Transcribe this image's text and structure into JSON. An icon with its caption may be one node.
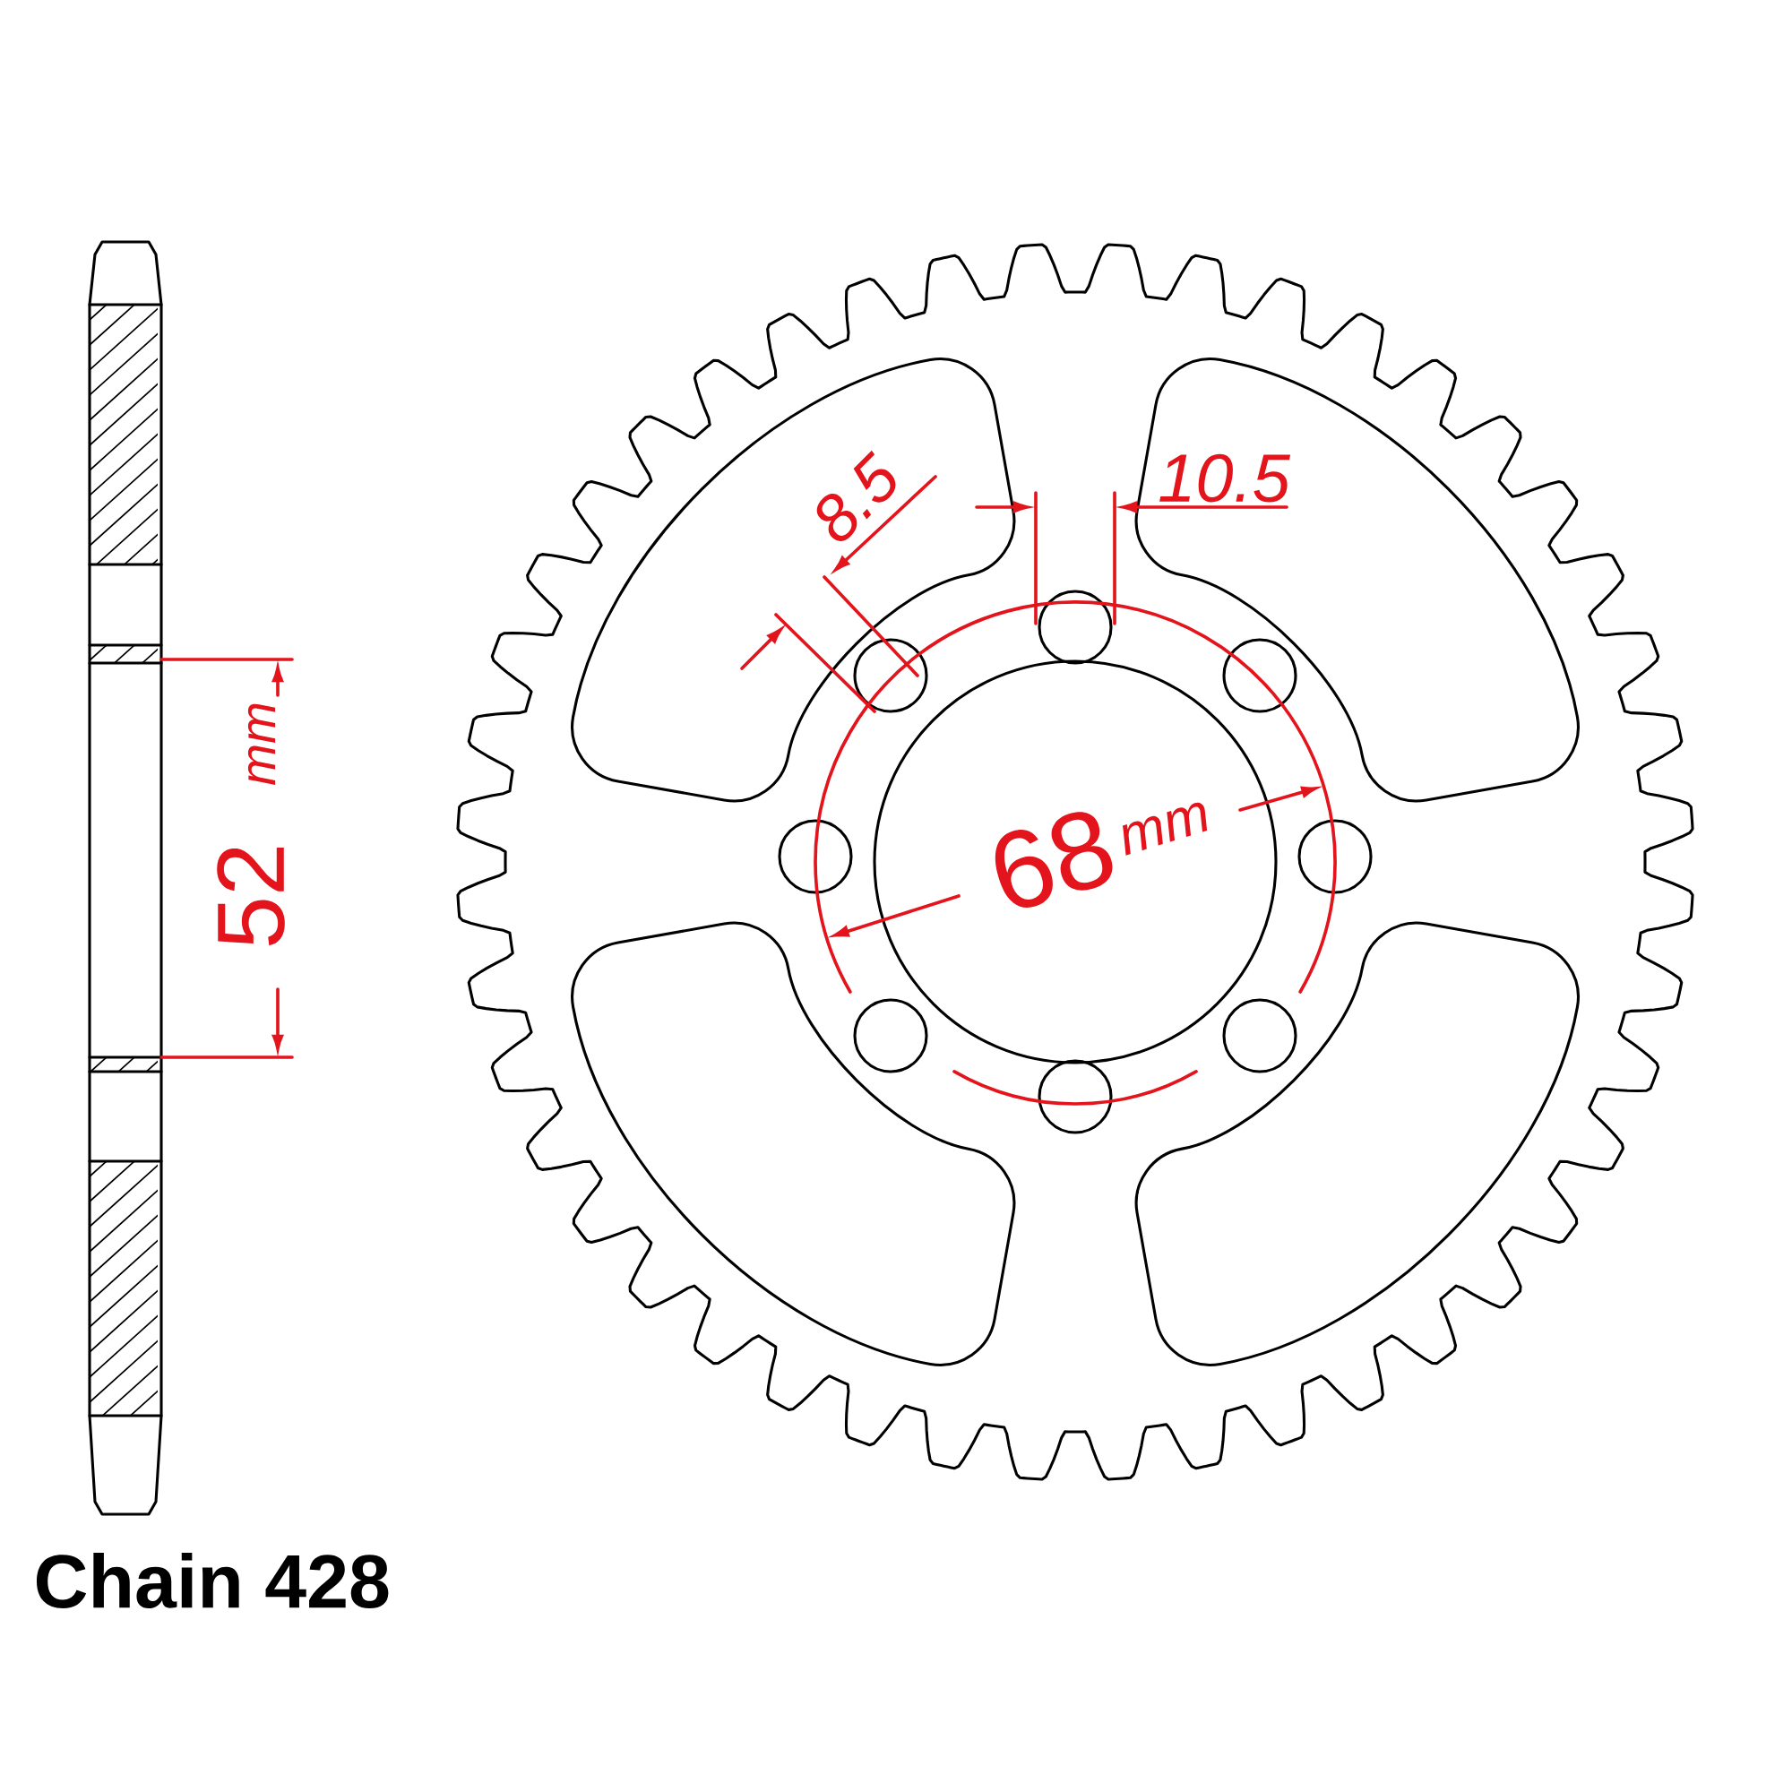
{
  "diagram": {
    "labels": [
      "8.5",
      "10.5",
      "52",
      "mm",
      "68",
      "mm",
      "Chain 428"
    ]
  }
}
